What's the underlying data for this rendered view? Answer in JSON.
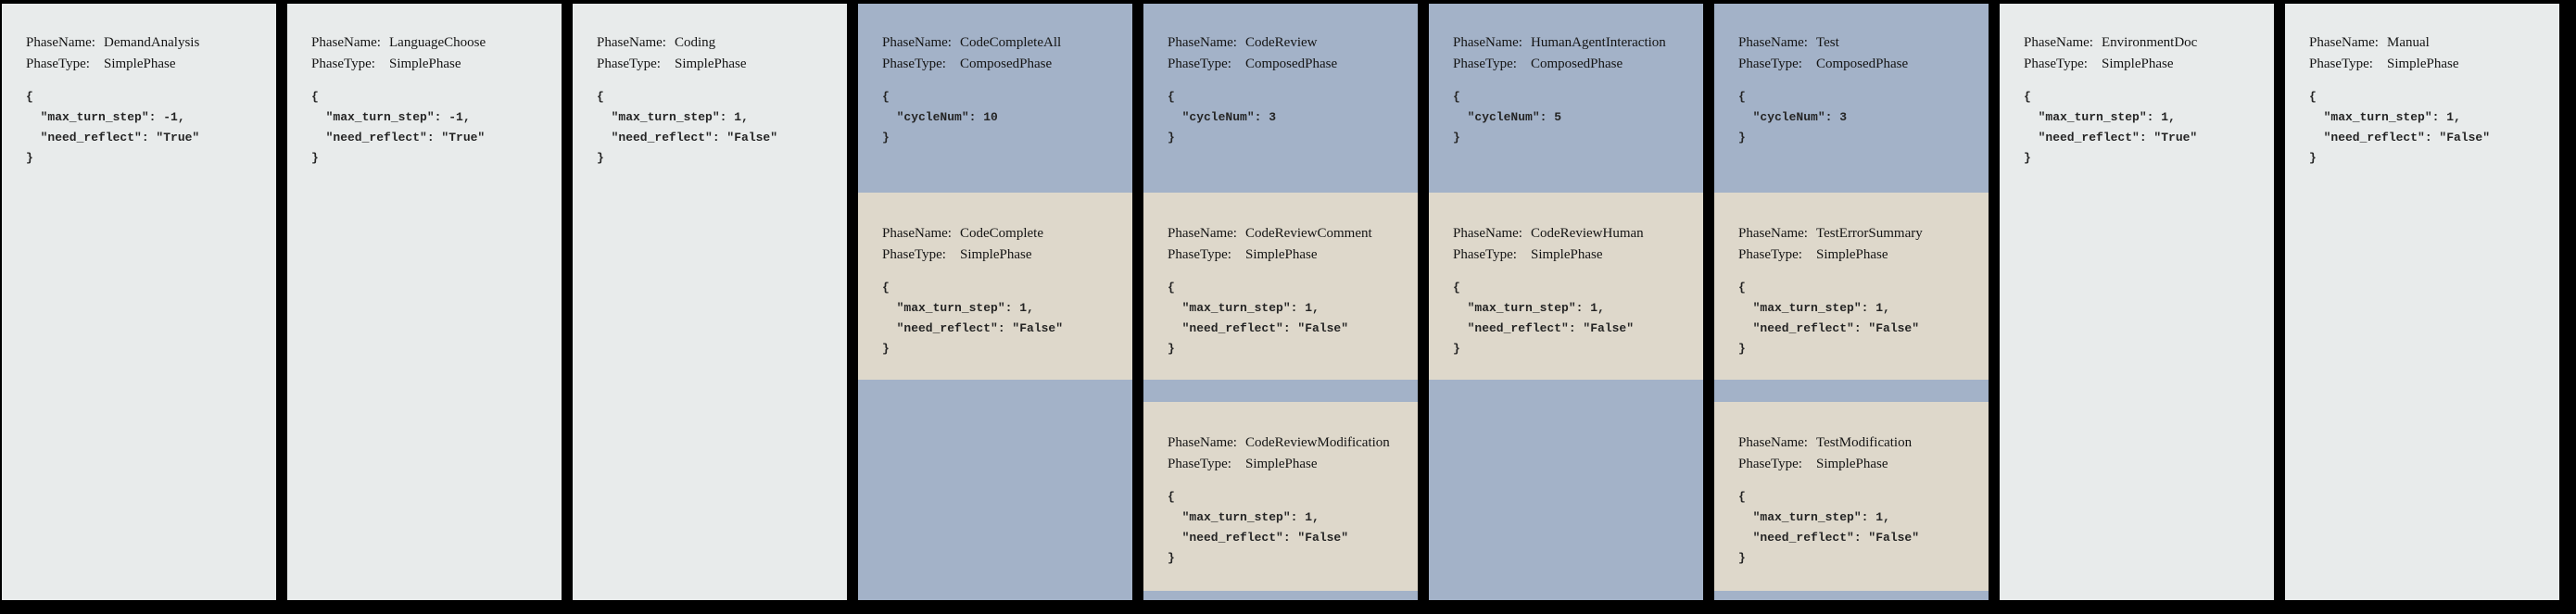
{
  "labels": {
    "phase_name": "PhaseName:",
    "phase_type": "PhaseType:"
  },
  "colors": {
    "canvas_bg": "#000000",
    "simple_card_bg": "#e8ebeb",
    "composed_card_bg": "#a3b2c8",
    "nested_card_bg": "#ded8cb",
    "text": "#141414"
  },
  "phases": [
    {
      "name": "DemandAnalysis",
      "type": "SimplePhase",
      "config": "{\n  \"max_turn_step\": -1,\n  \"need_reflect\": \"True\"\n}"
    },
    {
      "name": "LanguageChoose",
      "type": "SimplePhase",
      "config": "{\n  \"max_turn_step\": -1,\n  \"need_reflect\": \"True\"\n}"
    },
    {
      "name": "Coding",
      "type": "SimplePhase",
      "config": "{\n  \"max_turn_step\": 1,\n  \"need_reflect\": \"False\"\n}"
    },
    {
      "name": "CodeCompleteAll",
      "type": "ComposedPhase",
      "config": "{\n  \"cycleNum\": 10\n}",
      "children": [
        {
          "name": "CodeComplete",
          "type": "SimplePhase",
          "config": "{\n  \"max_turn_step\": 1,\n  \"need_reflect\": \"False\"\n}"
        }
      ]
    },
    {
      "name": "CodeReview",
      "type": "ComposedPhase",
      "config": "{\n  \"cycleNum\": 3\n}",
      "children": [
        {
          "name": "CodeReviewComment",
          "type": "SimplePhase",
          "config": "{\n  \"max_turn_step\": 1,\n  \"need_reflect\": \"False\"\n}"
        },
        {
          "name": "CodeReviewModification",
          "type": "SimplePhase",
          "config": "{\n  \"max_turn_step\": 1,\n  \"need_reflect\": \"False\"\n}"
        }
      ]
    },
    {
      "name": "HumanAgentInteraction",
      "type": "ComposedPhase",
      "config": "{\n  \"cycleNum\": 5\n}",
      "children": [
        {
          "name": "CodeReviewHuman",
          "type": "SimplePhase",
          "config": "{\n  \"max_turn_step\": 1,\n  \"need_reflect\": \"False\"\n}"
        }
      ]
    },
    {
      "name": "Test",
      "type": "ComposedPhase",
      "config": "{\n  \"cycleNum\": 3\n}",
      "children": [
        {
          "name": "TestErrorSummary",
          "type": "SimplePhase",
          "config": "{\n  \"max_turn_step\": 1,\n  \"need_reflect\": \"False\"\n}"
        },
        {
          "name": "TestModification",
          "type": "SimplePhase",
          "config": "{\n  \"max_turn_step\": 1,\n  \"need_reflect\": \"False\"\n}"
        }
      ]
    },
    {
      "name": "EnvironmentDoc",
      "type": "SimplePhase",
      "config": "{\n  \"max_turn_step\": 1,\n  \"need_reflect\": \"True\"\n}"
    },
    {
      "name": "Manual",
      "type": "SimplePhase",
      "config": "{\n  \"max_turn_step\": 1,\n  \"need_reflect\": \"False\"\n}"
    }
  ]
}
